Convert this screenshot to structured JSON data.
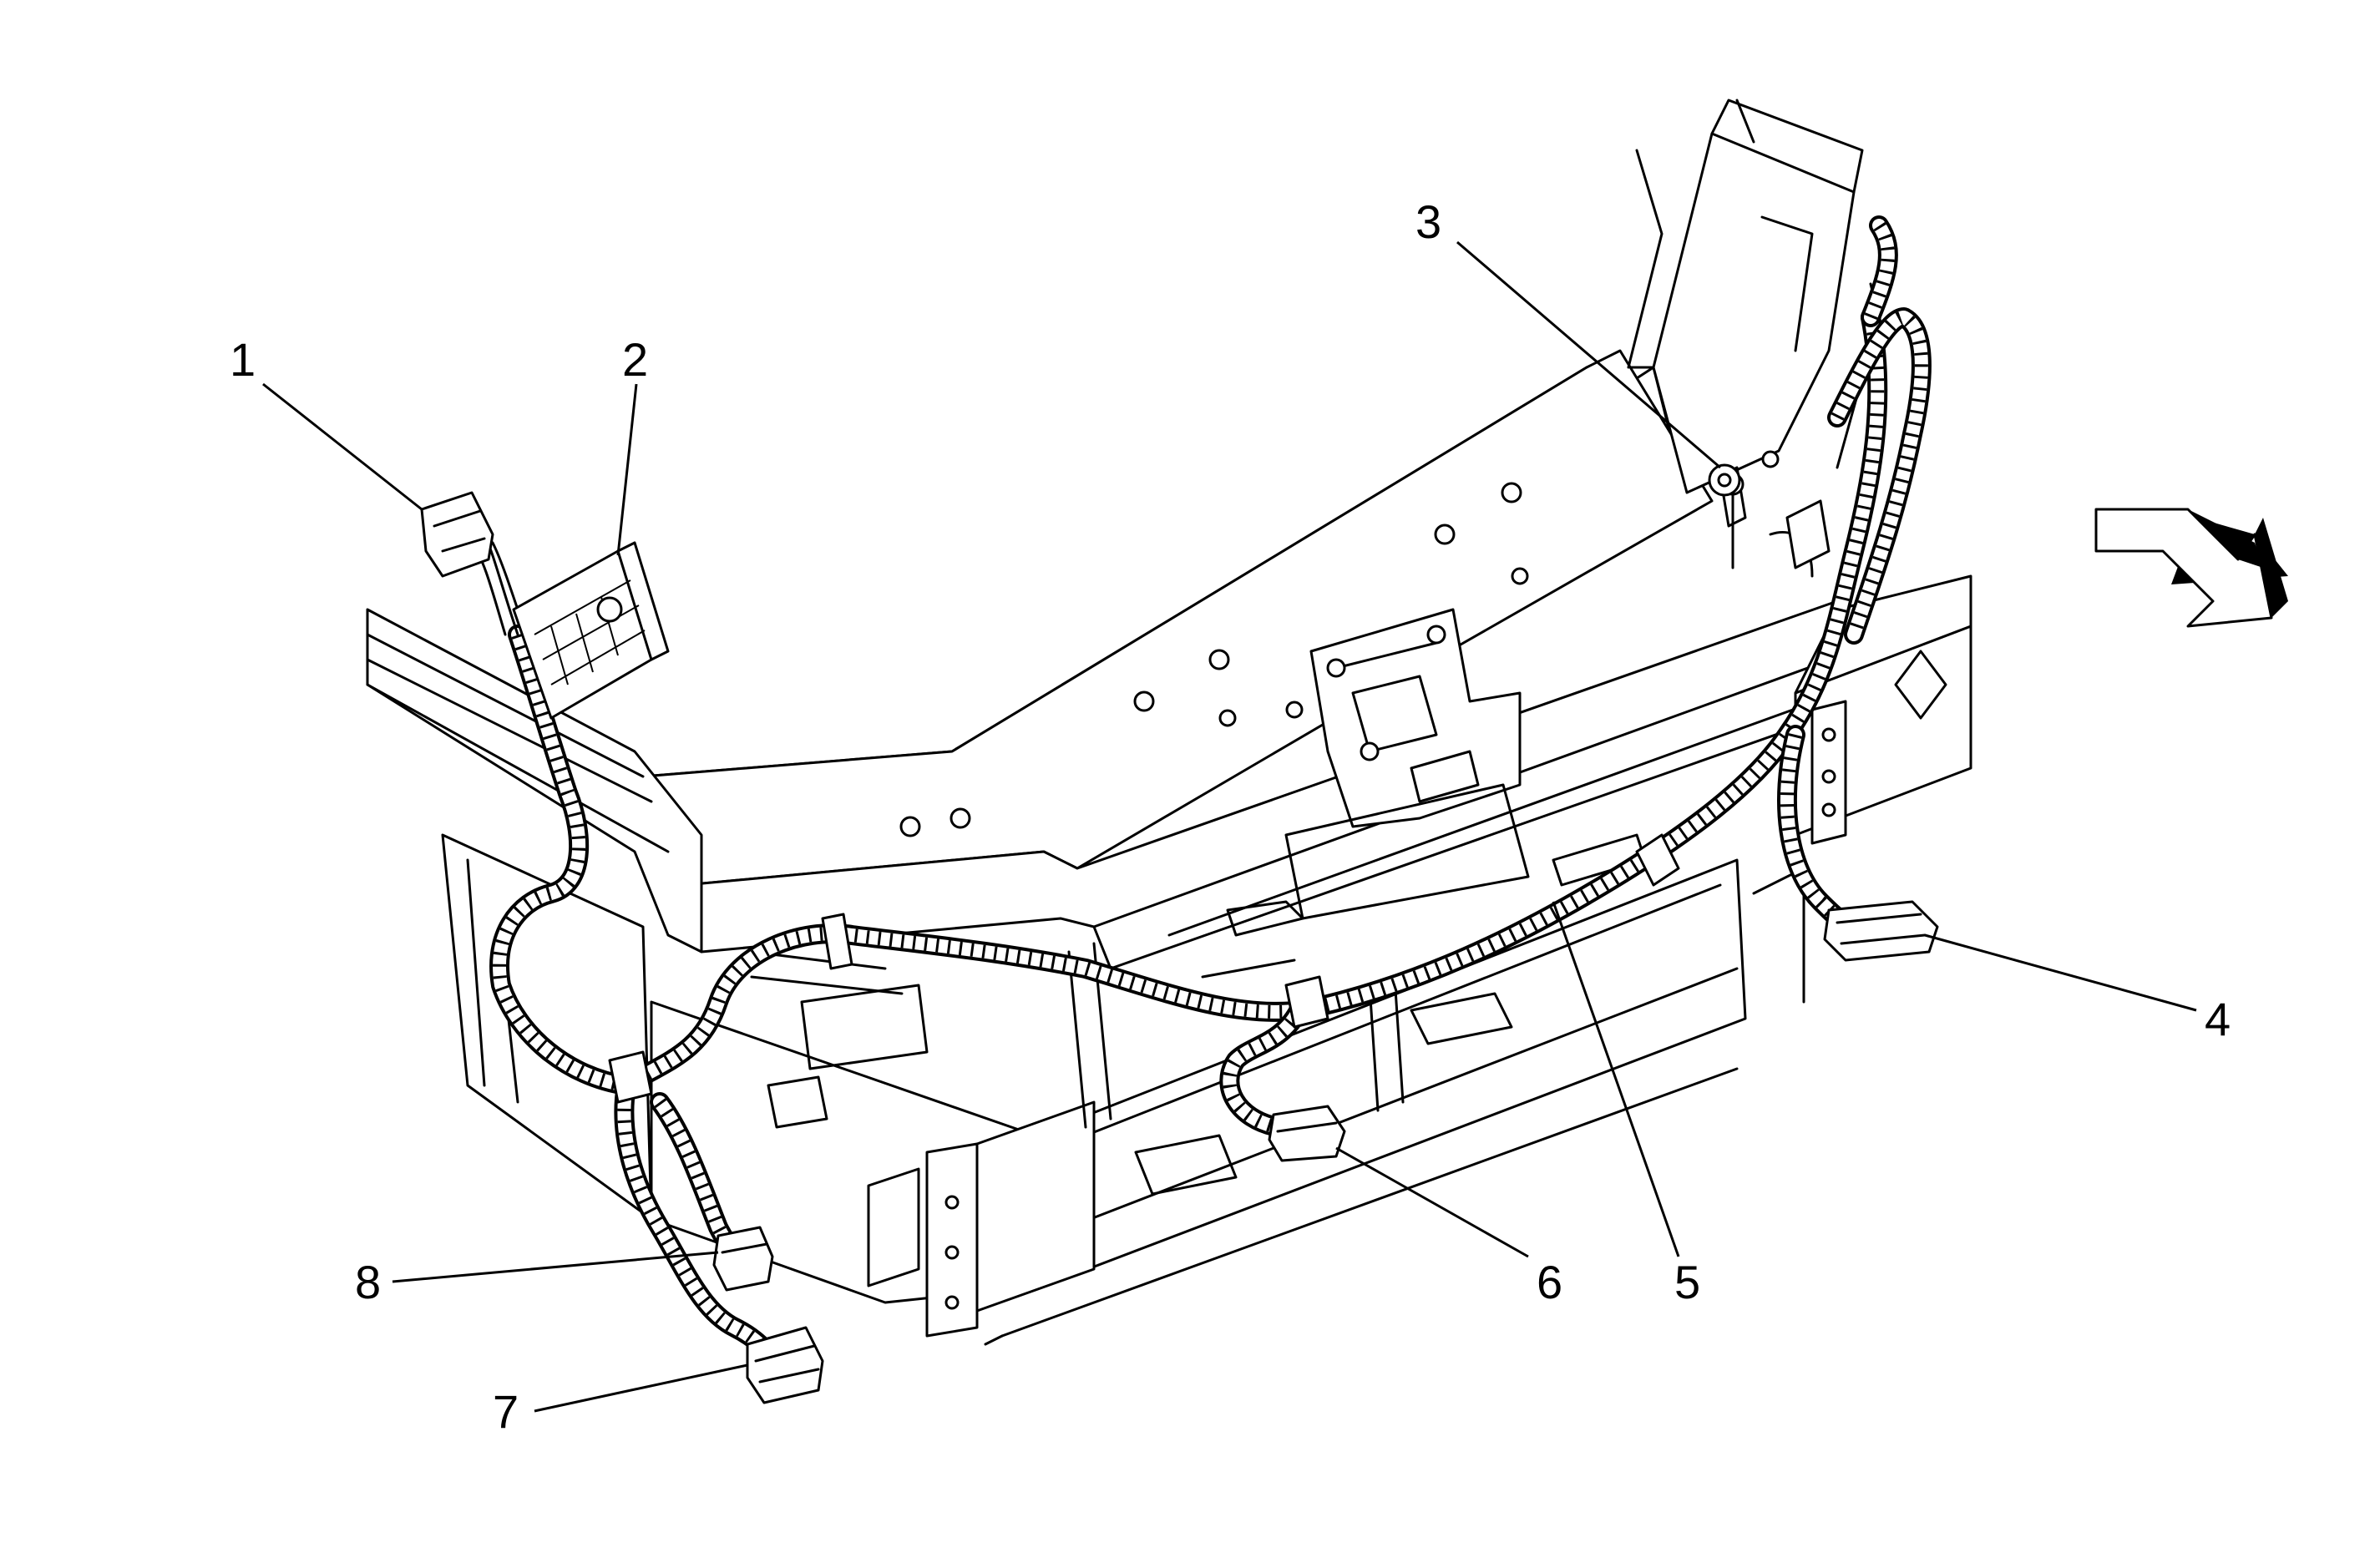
{
  "callouts": [
    {
      "label": "1"
    },
    {
      "label": "2"
    },
    {
      "label": "3"
    },
    {
      "label": "4"
    },
    {
      "label": "5"
    },
    {
      "label": "6"
    },
    {
      "label": "7"
    },
    {
      "label": "8"
    }
  ],
  "icons": {
    "direction": "front-direction-arrow-icon"
  }
}
